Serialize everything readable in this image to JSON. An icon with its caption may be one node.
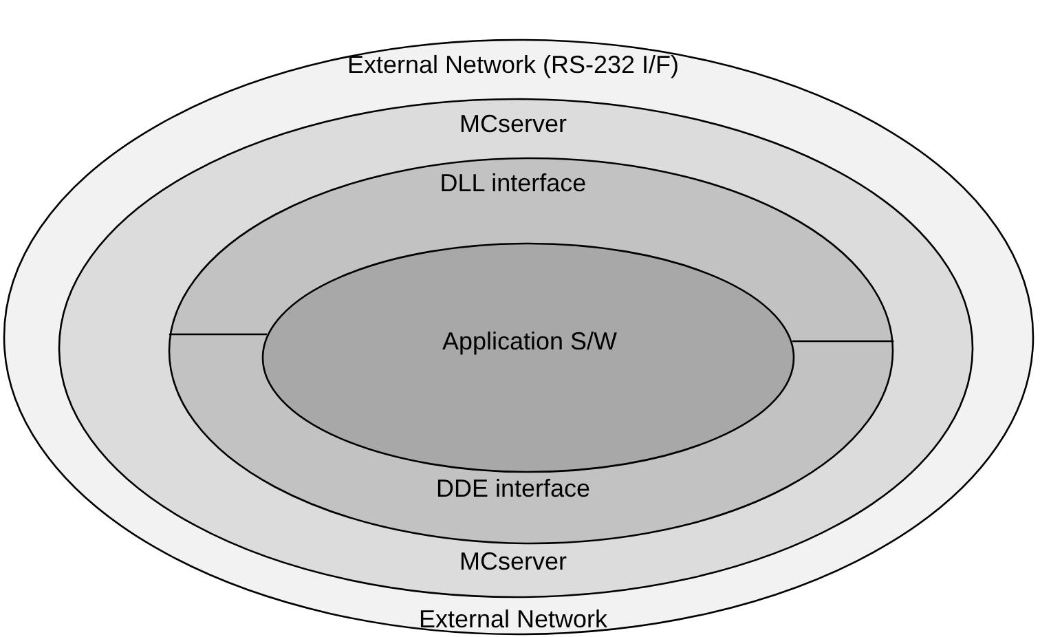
{
  "diagram": {
    "nodes": [
      {
        "text": [
          "External Network (RS-232 I/F)",
          "External Network"
        ]
      },
      {
        "text": [
          "MCserver",
          "MCserver"
        ],
        "in": 0
      },
      {
        "text": [
          "DLL interface",
          "DDE interface"
        ],
        "in": 1
      },
      {
        "text": [
          "Application S/W"
        ],
        "in": 2
      }
    ],
    "edges": [
      {
        "from": 2,
        "to": 3,
        "arrow": "none"
      },
      {
        "from": 3,
        "to": 2,
        "arrow": "none"
      }
    ]
  }
}
